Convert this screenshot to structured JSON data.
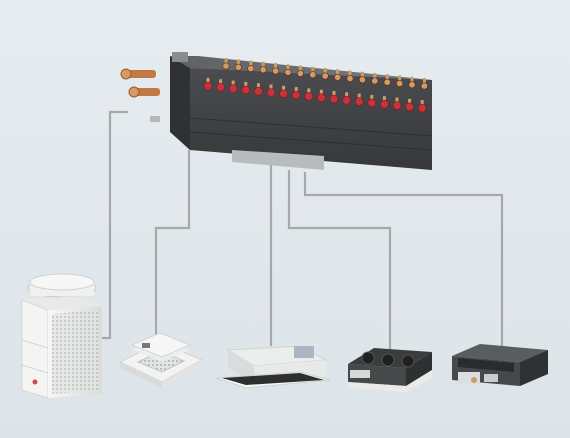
{
  "colors": {
    "background": "#e4eaee",
    "pipe": "#a9acae",
    "box_front": "#3f4143",
    "box_top": "#6c6f72",
    "box_side": "#2e3032",
    "valve_red": "#c8323a",
    "fitting_gold": "#c9a064",
    "copper": "#c27a45",
    "unit_white": "#f2f3f1",
    "unit_shadow": "#c9cccf"
  },
  "components": [
    {
      "name": "branch-controller",
      "icon": "hvac-branch-box"
    },
    {
      "name": "outdoor-unit",
      "icon": "condenser-unit"
    },
    {
      "name": "cassette-4way",
      "icon": "ceiling-cassette"
    },
    {
      "name": "cassette-1way",
      "icon": "slim-cassette"
    },
    {
      "name": "ducted-3fan",
      "icon": "ducted-unit"
    },
    {
      "name": "ducted-slim",
      "icon": "ducted-unit"
    }
  ]
}
